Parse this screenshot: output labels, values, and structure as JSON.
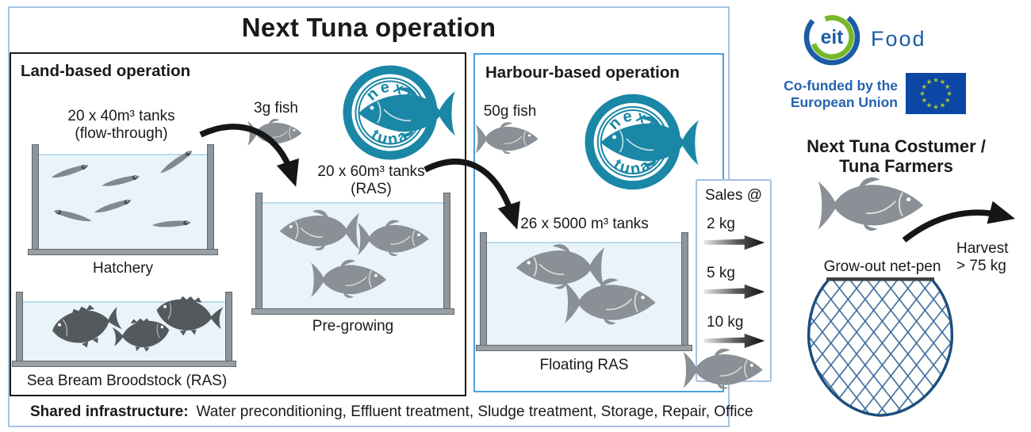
{
  "title": "Next Tuna operation",
  "land": {
    "title": "Land-based operation",
    "hatchery_label_1": "20 x 40m³ tanks",
    "hatchery_label_2": "(flow-through)",
    "hatchery_caption": "Hatchery",
    "transfer_fish": "3g fish",
    "pregrow_label_1": "20 x 60m³ tanks",
    "pregrow_label_2": "(RAS)",
    "pregrow_caption": "Pre-growing",
    "broodstock_caption": "Sea Bream Broodstock (RAS)"
  },
  "harbour": {
    "title": "Harbour-based operation",
    "transfer_fish": "50g fish",
    "tank_label": "26 x 5000 m³ tanks",
    "tank_caption": "Floating RAS"
  },
  "sales": {
    "title": "Sales @",
    "items": [
      "2 kg",
      "5 kg",
      "10 kg"
    ]
  },
  "shared": {
    "label": "Shared infrastructure:",
    "text": "Water preconditioning, Effluent treatment, Sludge treatment, Storage, Repair, Office"
  },
  "customer": {
    "title_1": "Next Tuna Costumer /",
    "title_2": "Tuna Farmers",
    "netpen_caption": "Grow-out net-pen",
    "harvest_1": "Harvest",
    "harvest_2": "> 75 kg"
  },
  "branding": {
    "eit_text": "eit",
    "eit_product": "Food",
    "eu_funding_1": "Co-funded by the",
    "eu_funding_2": "European Union"
  },
  "stamp": {
    "top": "next",
    "bottom": "tuna"
  },
  "colors": {
    "stamp_teal": "#1a87a6",
    "eit_green": "#76b82a",
    "eit_blue": "#1c5ba5",
    "eu_flag_blue": "#0c47a5",
    "eu_star": "#9dc43b",
    "harbour_border_blue": "#49a1df",
    "outer_border_blue": "#a8c3e2",
    "net_pen_blue": "#1d4e7e",
    "fish_gray": "#8a9095",
    "water_blue": "#e8f4fa",
    "arrow_black": "#161616"
  }
}
